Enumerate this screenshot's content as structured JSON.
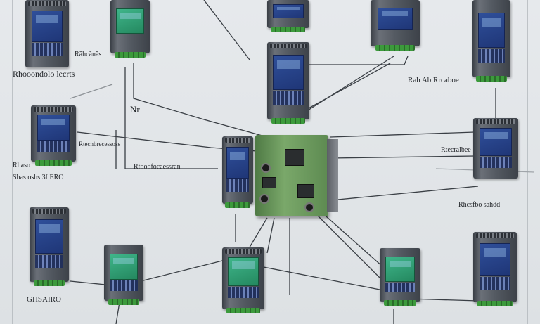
{
  "labels": {
    "top_left_tag": "Răhcănăs",
    "left_title": "Rhooondolo lecrts",
    "left_tag_small": "Nr",
    "left_mid_dots": "Rtecnbrecessoss",
    "center_label": "Rtooofocaessran",
    "left_lower_line1": "Rhaso",
    "left_lower_line2": "Shas oshs 3f ERO",
    "right_top": "Rah Ab Rrcaboe",
    "right_mid": "Rtecralbee",
    "right_lower": "Rhcsfbo sahdd",
    "bottom_left": "GHSAIRO"
  },
  "colors": {
    "screen_blue": "#2f4f9a",
    "screen_green": "#3fb58a",
    "terminal_green": "#3c9a3c",
    "board_green": "#6f9e5f",
    "wire": "#3a3f45"
  }
}
